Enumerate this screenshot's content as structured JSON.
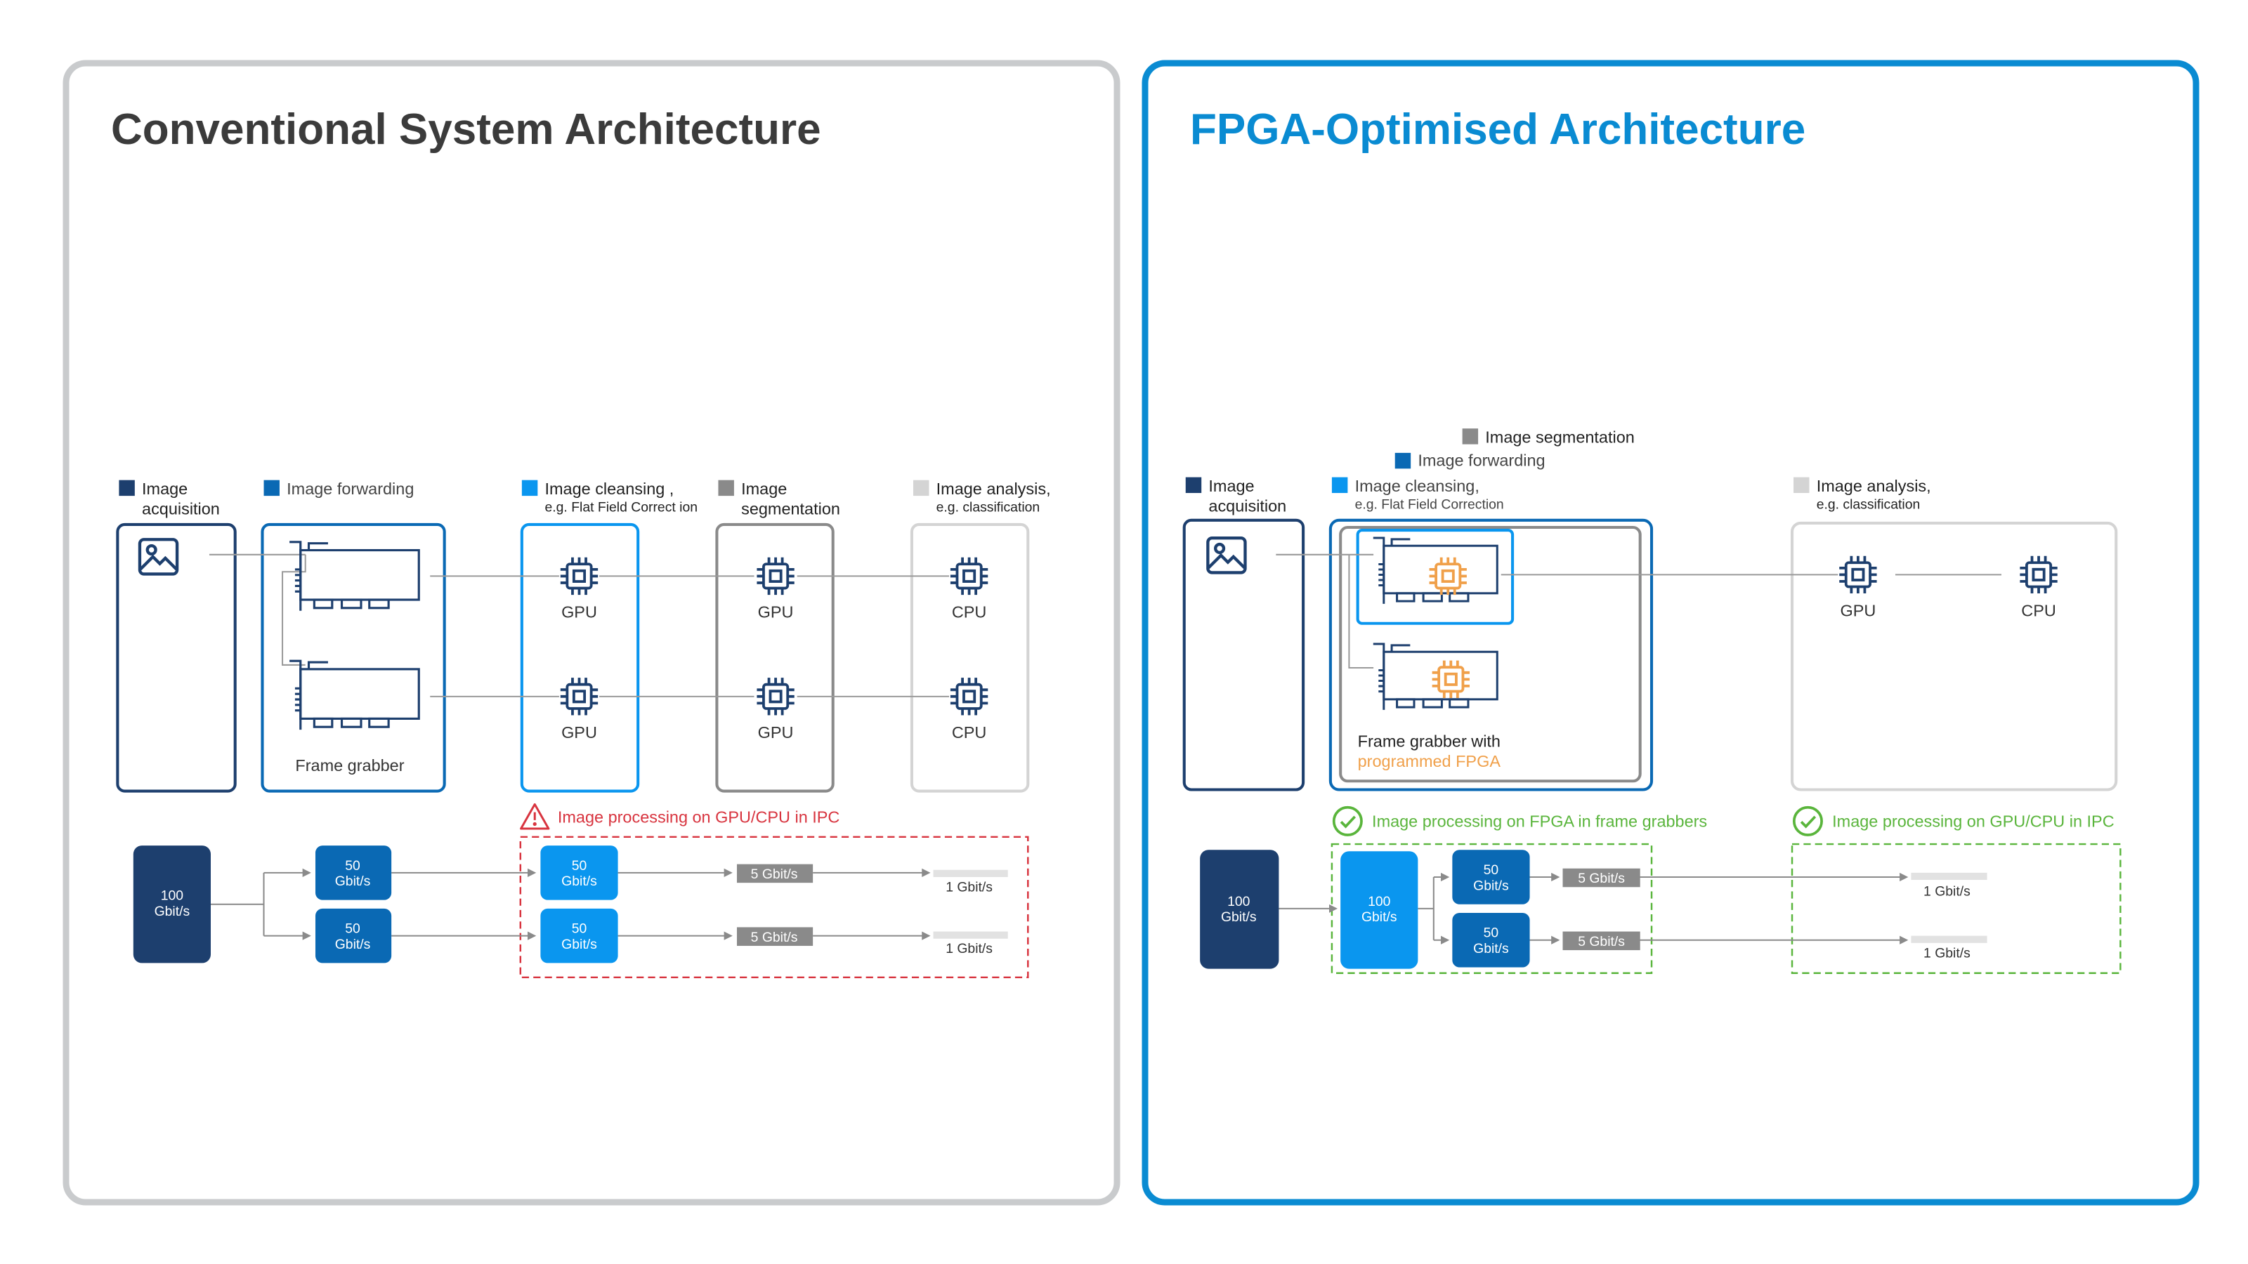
{
  "colors": {
    "acquisition": "#1d3f6e",
    "forwarding": "#0a69b4",
    "cleansing": "#0a96ef",
    "segmentation": "#8a8a8a",
    "analysis": "#d4d4d4",
    "fpga": "#f0a04a",
    "warning": "#d8343f",
    "ok": "#5ab53c",
    "right_accent": "#0a8bd2",
    "left_border": "#c9cbcd",
    "title_dark": "#3b3b3b"
  },
  "left": {
    "title": "Conventional System Architecture",
    "legend": {
      "acquisition": [
        "Image",
        "acquisition"
      ],
      "forwarding": "Image forwarding",
      "cleansing": "Image  cleansing ,",
      "cleansing_sub": "e.g.  Flat Field  Correct ion",
      "segmentation": [
        "Image",
        "segmentation"
      ],
      "analysis": "Image analysis,",
      "analysis_sub": "e.g.  classification"
    },
    "frame_grabber_label": "Frame grabber",
    "chip_labels": {
      "gpu": "GPU",
      "cpu": "CPU"
    },
    "note": "Image processing on GPU/CPU in IPC",
    "flow": {
      "input": [
        "100",
        "Gbit/s"
      ],
      "split": [
        "50",
        "Gbit/s"
      ],
      "cleansed": [
        "50",
        "Gbit/s"
      ],
      "segmented": "5 Gbit/s",
      "analysed": "1 Gbit/s"
    }
  },
  "right": {
    "title": "FPGA-Optimised Architecture",
    "legend": {
      "segmentation": "Image segmentation",
      "forwarding": "Image forwarding",
      "acquisition": [
        "Image",
        "acquisition"
      ],
      "cleansing": "Image cleansing,",
      "cleansing_sub": "e.g.  Flat Field Correction",
      "analysis": "Image analysis,",
      "analysis_sub": "e.g.  classification"
    },
    "frame_grabber_label": "Frame grabber with",
    "frame_grabber_sub": "programmed FPGA",
    "chip_labels": {
      "gpu": "GPU",
      "cpu": "CPU"
    },
    "note_fpga": "Image processing on FPGA in frame grabbers",
    "note_ipc": "Image processing on GPU/CPU in IPC",
    "flow": {
      "input": [
        "100",
        "Gbit/s"
      ],
      "fpga_in": [
        "100",
        "Gbit/s"
      ],
      "split": [
        "50",
        "Gbit/s"
      ],
      "segmented": "5 Gbit/s",
      "analysed": "1 Gbit/s"
    }
  }
}
